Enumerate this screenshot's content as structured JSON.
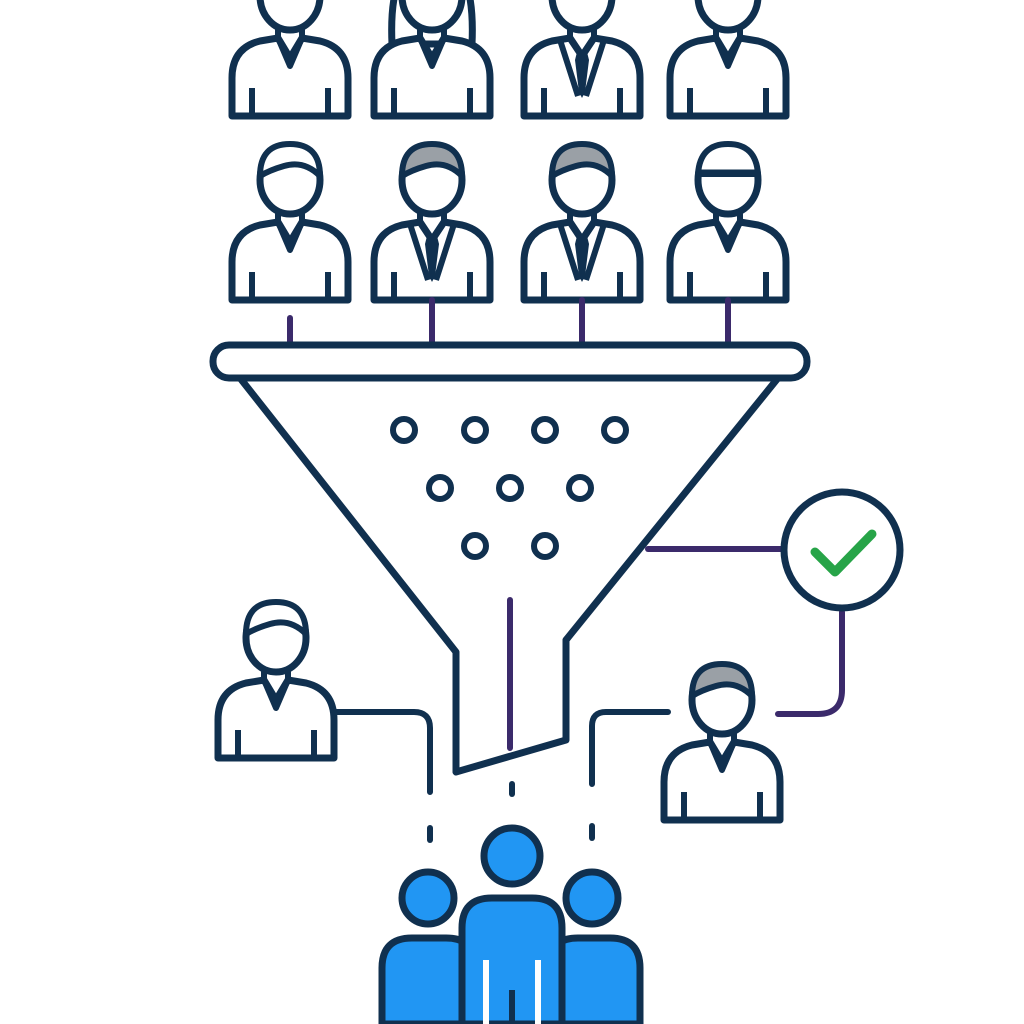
{
  "colors": {
    "outline": "#10304f",
    "connector": "#3b2a6b",
    "hair_gray": "#9aa0a6",
    "check_green": "#27a448",
    "result_blue": "#2196f3",
    "background": "#ffffff"
  },
  "candidates": {
    "top_row": [
      {
        "icon": "woman-short-hair-icon",
        "attire": "open-collar"
      },
      {
        "icon": "woman-long-hair-icon",
        "attire": "open-collar"
      },
      {
        "icon": "man-tie-icon",
        "attire": "tie"
      },
      {
        "icon": "man-open-collar-icon",
        "attire": "open-collar"
      }
    ],
    "second_row": [
      {
        "icon": "man-open-collar-icon",
        "attire": "open-collar",
        "hair": "outline"
      },
      {
        "icon": "man-tie-gray-hair-icon",
        "attire": "tie",
        "hair": "gray"
      },
      {
        "icon": "man-tie-gray-hair-icon",
        "attire": "tie",
        "hair": "gray"
      },
      {
        "icon": "man-buzz-cut-icon",
        "attire": "open-collar",
        "hair": "outline"
      }
    ]
  },
  "funnel": {
    "icon": "filter-funnel-icon",
    "hole_rows": [
      4,
      3,
      2
    ]
  },
  "side_candidates": [
    {
      "icon": "rejected-candidate-icon",
      "side": "left"
    },
    {
      "icon": "approved-candidate-icon",
      "side": "right",
      "hair": "gray"
    }
  ],
  "approval": {
    "icon": "check-circle-icon"
  },
  "result": {
    "icon": "selected-team-icon",
    "members": 3
  }
}
